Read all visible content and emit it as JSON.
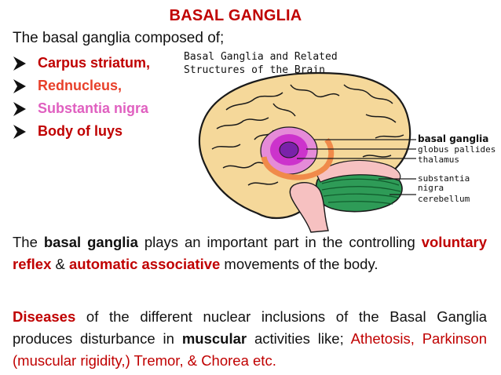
{
  "slide": {
    "title": "BASAL GANGLIA",
    "intro": "The basal ganglia composed of;",
    "bullets": [
      {
        "text": "Carpus striatum,",
        "color": "#c00000"
      },
      {
        "text": "Rednucleus,",
        "color": "#e8402a"
      },
      {
        "text": "Substantia nigra",
        "color": "#e060c0"
      },
      {
        "text": "Body of luys",
        "color": "#c00000"
      }
    ]
  },
  "figure": {
    "title_line1": "Basal Ganglia and Related",
    "title_line2": "Structures of the Brain",
    "labels": {
      "basal_ganglia": "basal ganglia",
      "globus_pallides": "globus pallides",
      "thalamus": "thalamus",
      "substantia": "substantia",
      "nigra": "nigra",
      "cerebellum": "cerebellum"
    }
  },
  "paragraph1": {
    "t1": "The ",
    "b1": "basal ganglia",
    "t2": " plays an important part in the controlling ",
    "r1": "voluntary reflex",
    "t3": " & ",
    "r2": "automatic associative",
    "t4": " movements of the body."
  },
  "paragraph2": {
    "r1": "Diseases",
    "t1": " of the different nuclear inclusions of the Basal Ganglia produces disturbance in ",
    "b1": "muscular",
    "t2": " activities like; ",
    "r2": "Athetosis, Parkinson (muscular rigidity,) Tremor, & Chorea etc."
  },
  "colors": {
    "accent_red": "#c00000",
    "brain_fill": "#f5d89a",
    "brain_outline": "#1a1a1a",
    "basal_ganglia_pink": "#e58bd8",
    "globus_magenta": "#cc33cc",
    "thalamus_purple": "#7a22aa",
    "putamen_orange": "#f08a4a",
    "substantia_pink": "#f6c1c1",
    "cerebellum_green": "#2e9b57"
  },
  "icons": [
    "bullet-arrow-icon"
  ]
}
